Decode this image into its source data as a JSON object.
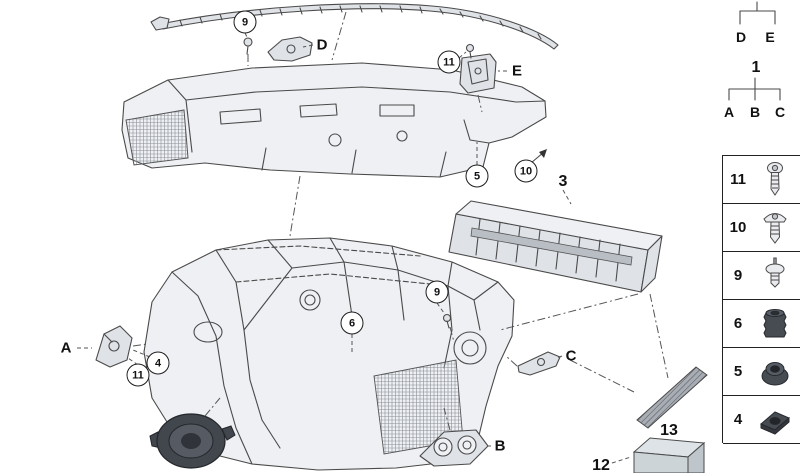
{
  "legend": {
    "top_letters": [
      "D",
      "E"
    ],
    "group_number": "1",
    "bottom_letters": [
      "A",
      "B",
      "C"
    ]
  },
  "callouts": [
    {
      "label": "9"
    },
    {
      "label": "11"
    },
    {
      "label": "5"
    },
    {
      "label": "10"
    },
    {
      "label": "9"
    },
    {
      "label": "6"
    },
    {
      "label": "4"
    },
    {
      "label": "11"
    }
  ],
  "labels": [
    {
      "label": "D"
    },
    {
      "label": "E"
    },
    {
      "label": "3"
    },
    {
      "label": "A"
    },
    {
      "label": "C"
    },
    {
      "label": "B"
    },
    {
      "label": "13"
    },
    {
      "label": "12"
    }
  ],
  "parts_table": {
    "rows": [
      {
        "number": "11",
        "icon": "torx-screw-icon"
      },
      {
        "number": "10",
        "icon": "pan-screw-icon"
      },
      {
        "number": "9",
        "icon": "rivet-icon"
      },
      {
        "number": "6",
        "icon": "grommet-icon"
      },
      {
        "number": "5",
        "icon": "flange-nut-icon"
      },
      {
        "number": "4",
        "icon": "speed-nut-icon"
      }
    ]
  }
}
